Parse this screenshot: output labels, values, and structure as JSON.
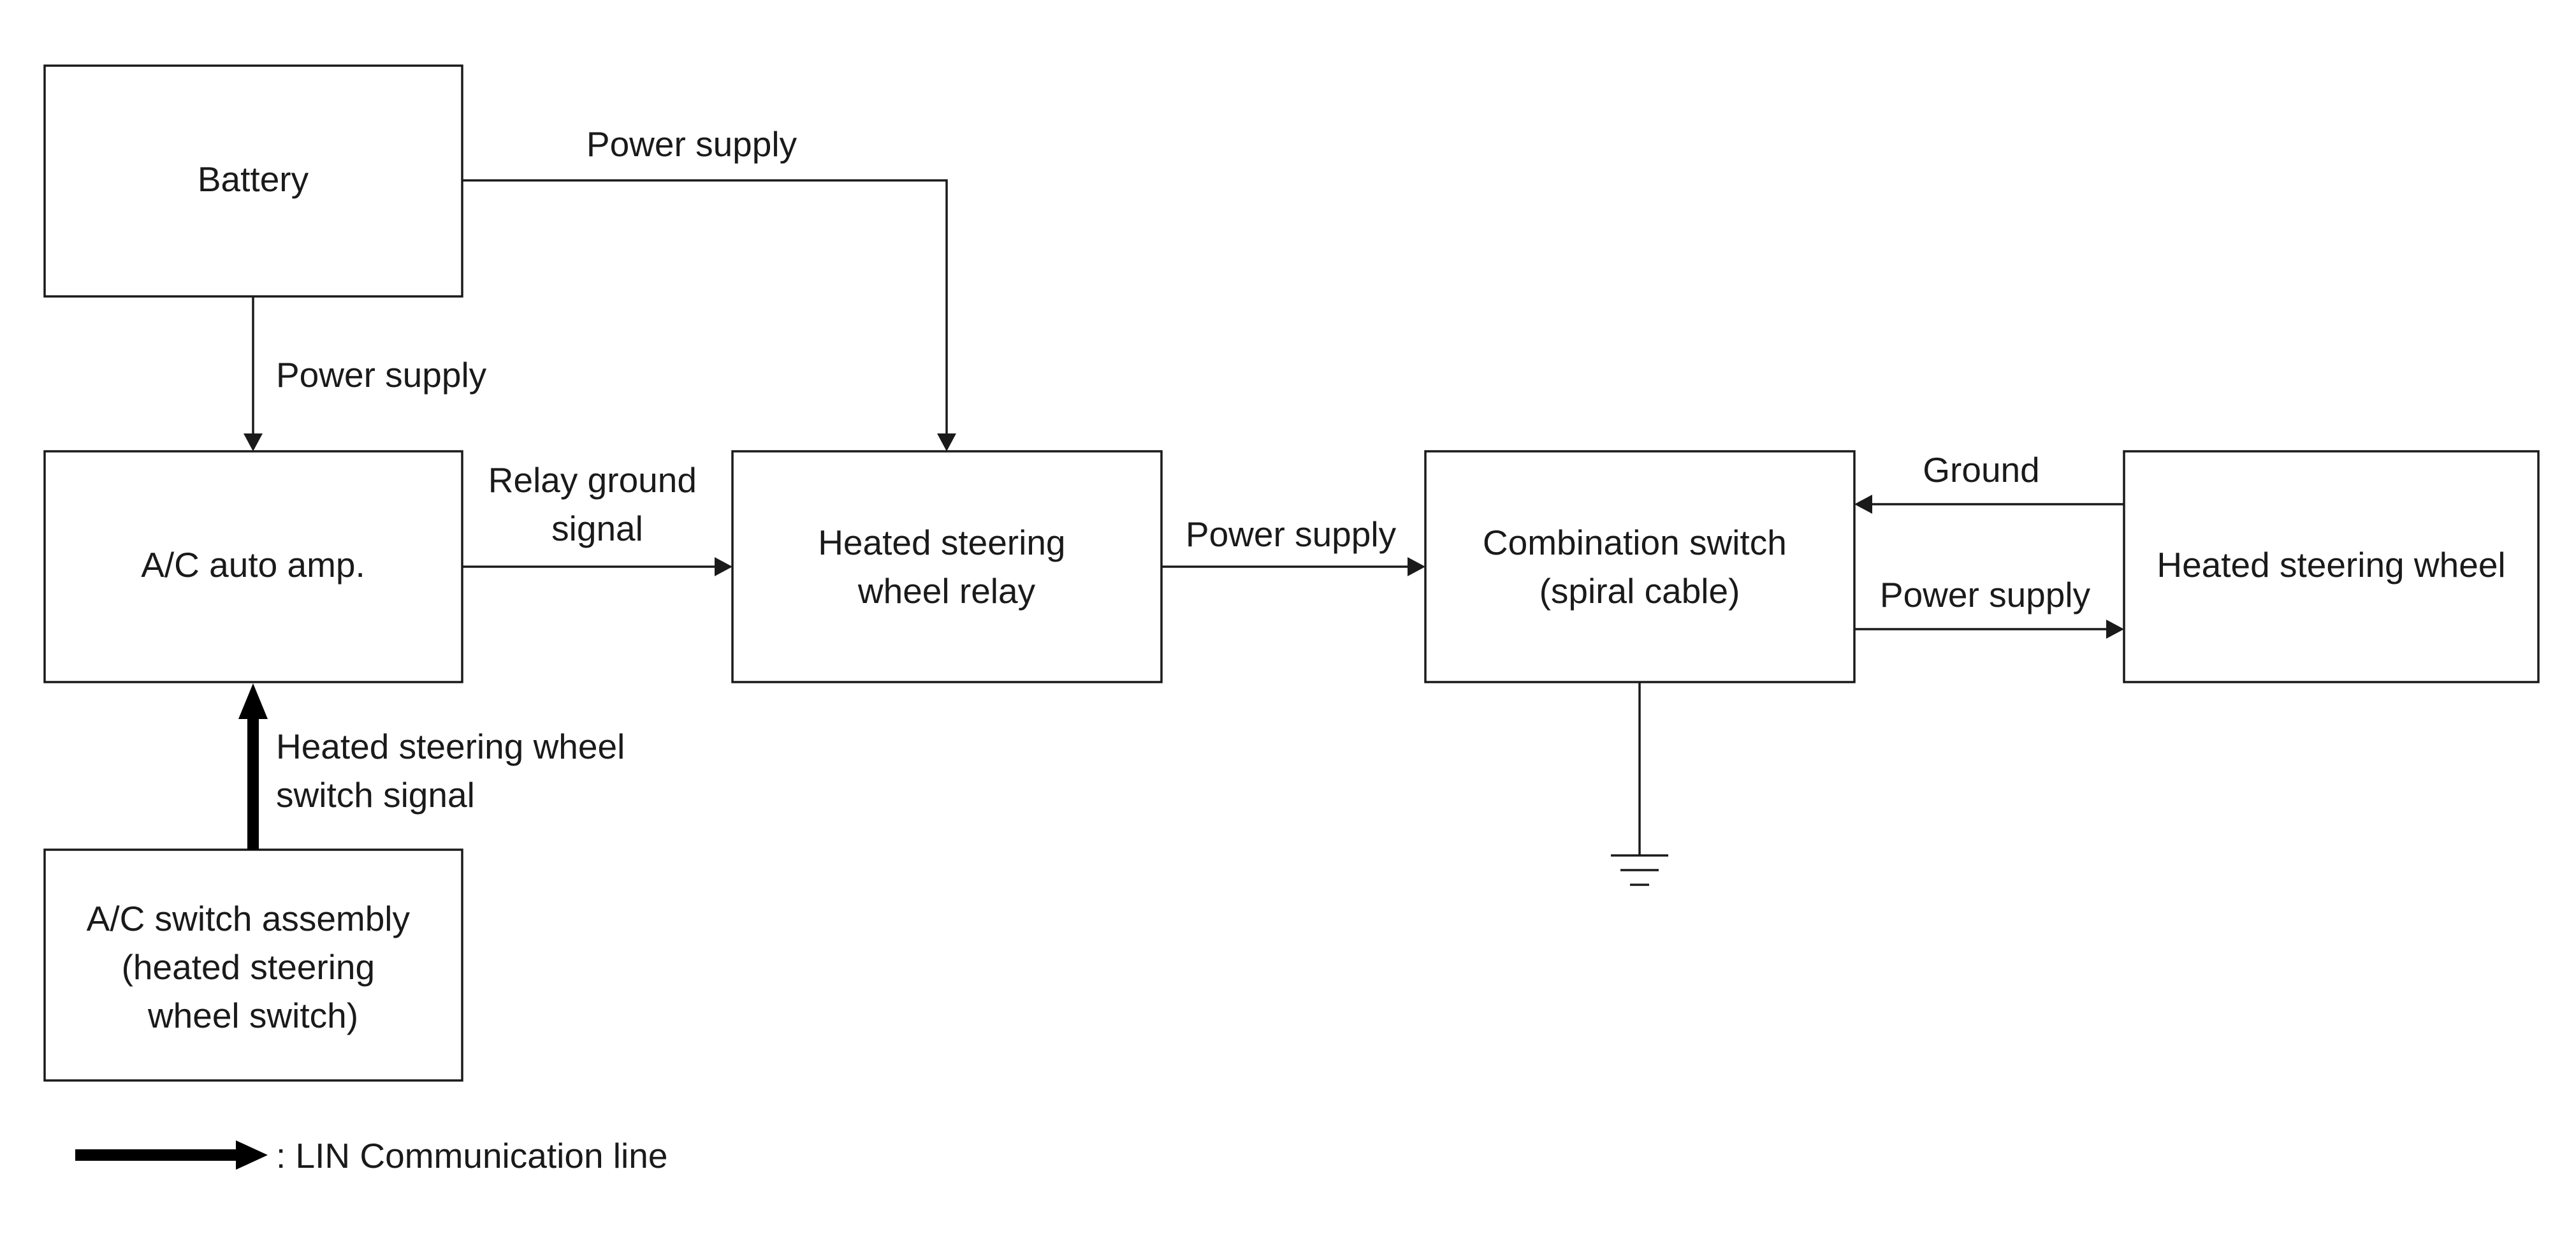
{
  "diagram": {
    "nodes": {
      "battery": {
        "lines": [
          "Battery"
        ]
      },
      "ac_auto_amp": {
        "lines": [
          "A/C auto amp."
        ]
      },
      "ac_switch_assembly": {
        "lines": [
          "A/C switch assembly",
          "(heated steering",
          "wheel switch)"
        ]
      },
      "relay": {
        "lines": [
          "Heated steering",
          "wheel relay"
        ]
      },
      "combination_switch": {
        "lines": [
          "Combination switch",
          "(spiral cable)"
        ]
      },
      "heated_wheel": {
        "lines": [
          "Heated steering wheel"
        ]
      }
    },
    "edges": {
      "battery_to_relay": {
        "lines": [
          "Power supply"
        ]
      },
      "battery_to_amp": {
        "lines": [
          "Power supply"
        ]
      },
      "amp_to_relay": {
        "lines": [
          "Relay ground",
          "signal"
        ]
      },
      "switch_to_amp": {
        "lines": [
          "Heated steering wheel",
          "switch signal"
        ]
      },
      "relay_to_combination": {
        "lines": [
          "Power supply"
        ]
      },
      "wheel_to_combination": {
        "lines": [
          "Ground"
        ]
      },
      "combination_to_wheel": {
        "lines": [
          "Power supply"
        ]
      }
    },
    "legend": {
      "text": ": LIN Communication line"
    }
  }
}
